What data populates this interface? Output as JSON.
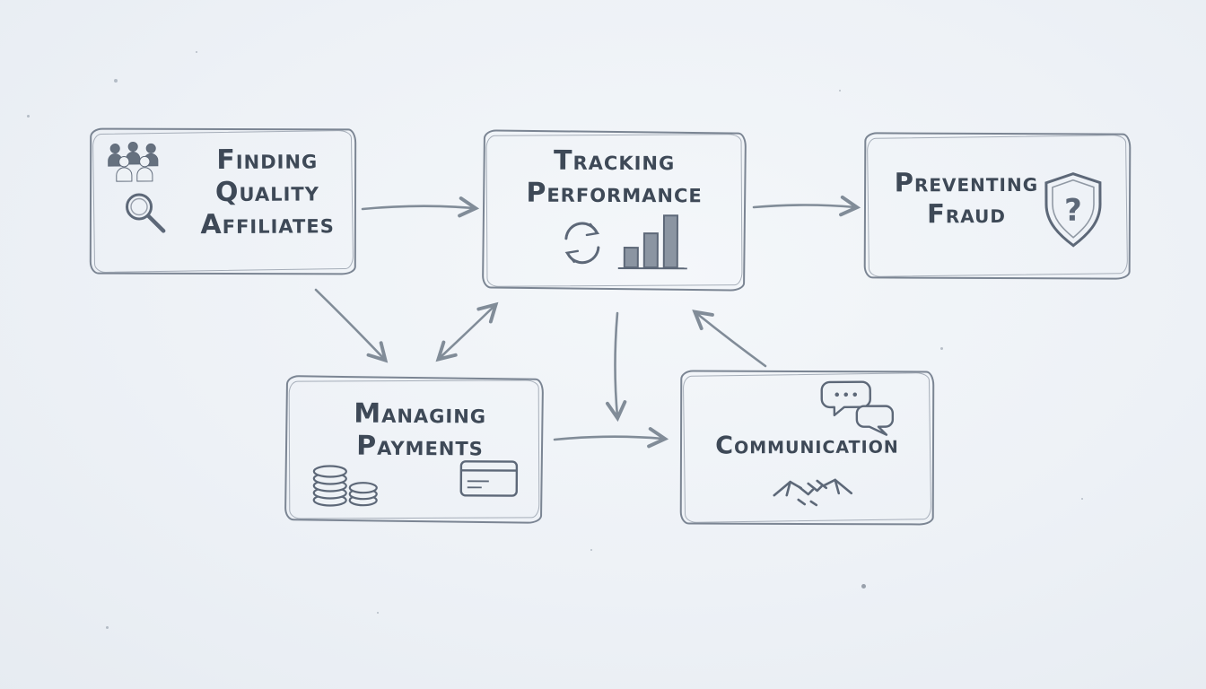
{
  "background": {
    "color": "#edf1f6"
  },
  "palette": {
    "text": "#3e4957",
    "box_border": "#7b8593",
    "arrow": "#818c98",
    "icon": "#5d6878"
  },
  "nodes": {
    "finding": {
      "lines": [
        "Finding",
        "Quality",
        "Affiliates"
      ],
      "icons": [
        "people-group-icon",
        "magnifier-icon"
      ]
    },
    "tracking": {
      "lines": [
        "Tracking",
        "Performance"
      ],
      "icons": [
        "sync-arrows-icon",
        "bar-chart-icon"
      ]
    },
    "fraud": {
      "lines": [
        "Preventing",
        "Fraud"
      ],
      "icons": [
        "shield-question-icon"
      ],
      "shield_mark": "?"
    },
    "payments": {
      "lines": [
        "Managing",
        "Payments"
      ],
      "icons": [
        "coin-stacks-icon",
        "credit-card-icon"
      ]
    },
    "communication": {
      "lines": [
        "Communication"
      ],
      "icons": [
        "chat-bubbles-icon",
        "handshake-icon"
      ]
    }
  },
  "edges": [
    {
      "from": "finding",
      "to": "tracking",
      "style": "single-head"
    },
    {
      "from": "tracking",
      "to": "fraud",
      "style": "single-head"
    },
    {
      "from": "finding",
      "to": "payments",
      "style": "single-head"
    },
    {
      "from": "payments",
      "to": "tracking",
      "style": "double-head"
    },
    {
      "from": "tracking",
      "to": "center-bottom",
      "style": "single-head"
    },
    {
      "from": "communication",
      "to": "tracking",
      "style": "single-head"
    },
    {
      "from": "payments",
      "to": "communication",
      "style": "single-head"
    }
  ]
}
